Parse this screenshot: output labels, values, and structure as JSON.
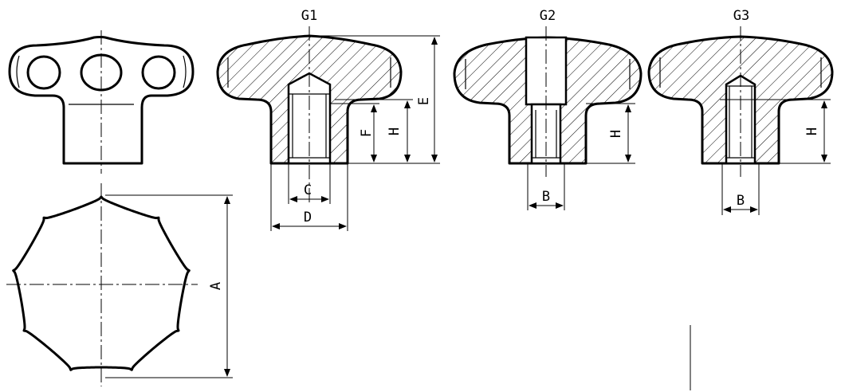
{
  "views": {
    "g1": {
      "title": "G1"
    },
    "g2": {
      "title": "G2"
    },
    "g3": {
      "title": "G3"
    }
  },
  "dimensions": {
    "a": "A",
    "b": "B",
    "c": "C",
    "d": "D",
    "e": "E",
    "f": "F",
    "h": "H"
  }
}
